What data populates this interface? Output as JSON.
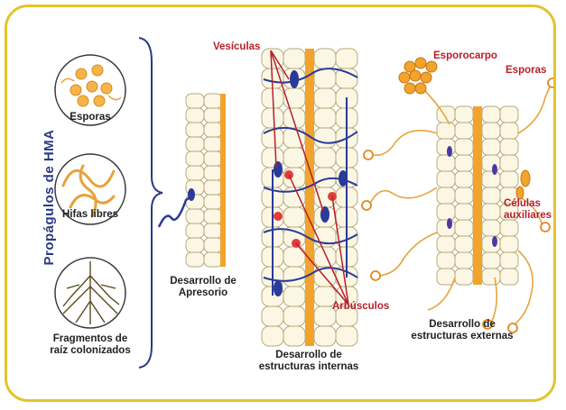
{
  "title": "Propágulos de HMA",
  "propagules": [
    {
      "label": "Esporas"
    },
    {
      "label": "Hifas libres"
    },
    {
      "label": "Fragmentos de raíz colonizados"
    }
  ],
  "stages": {
    "apresorio": "Desarrollo de Apresorio",
    "internas": "Desarrollo de estructuras internas",
    "externas": "Desarrollo de estructuras externas"
  },
  "annotations": {
    "vesiculas": "Vesículas",
    "arbusculos": "Arbúsculos",
    "esporocarpo": "Esporocarpo",
    "esporas": "Esporas",
    "celulas": "Células auxiliares"
  },
  "colors": {
    "border": "#e2c42b",
    "title": "#2b3a85",
    "hyphae": "#e8a33a",
    "cells": "#b7aa7a",
    "vessel": "#f2a32c",
    "fungus": "#2a3a9a",
    "annotation": "#b81e2a"
  }
}
